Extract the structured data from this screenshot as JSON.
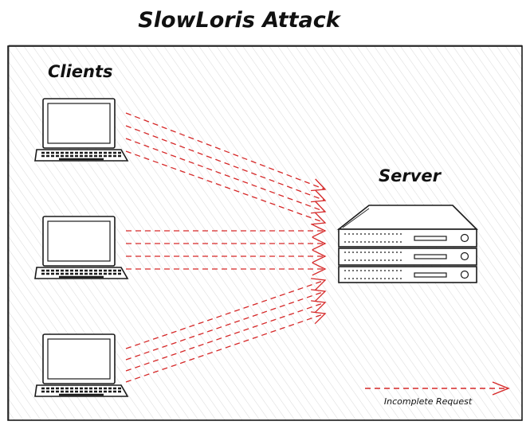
{
  "title": "SlowLoris Attack",
  "clients_label": "Clients",
  "server_label": "Server",
  "legend_label": "Incomplete Request",
  "colors": {
    "ink": "#1a1a1a",
    "arrow": "#d62828",
    "hatch": "#c9c9c9"
  },
  "icons": [
    "laptop-icon",
    "laptop-icon",
    "laptop-icon",
    "server-rack-icon"
  ]
}
